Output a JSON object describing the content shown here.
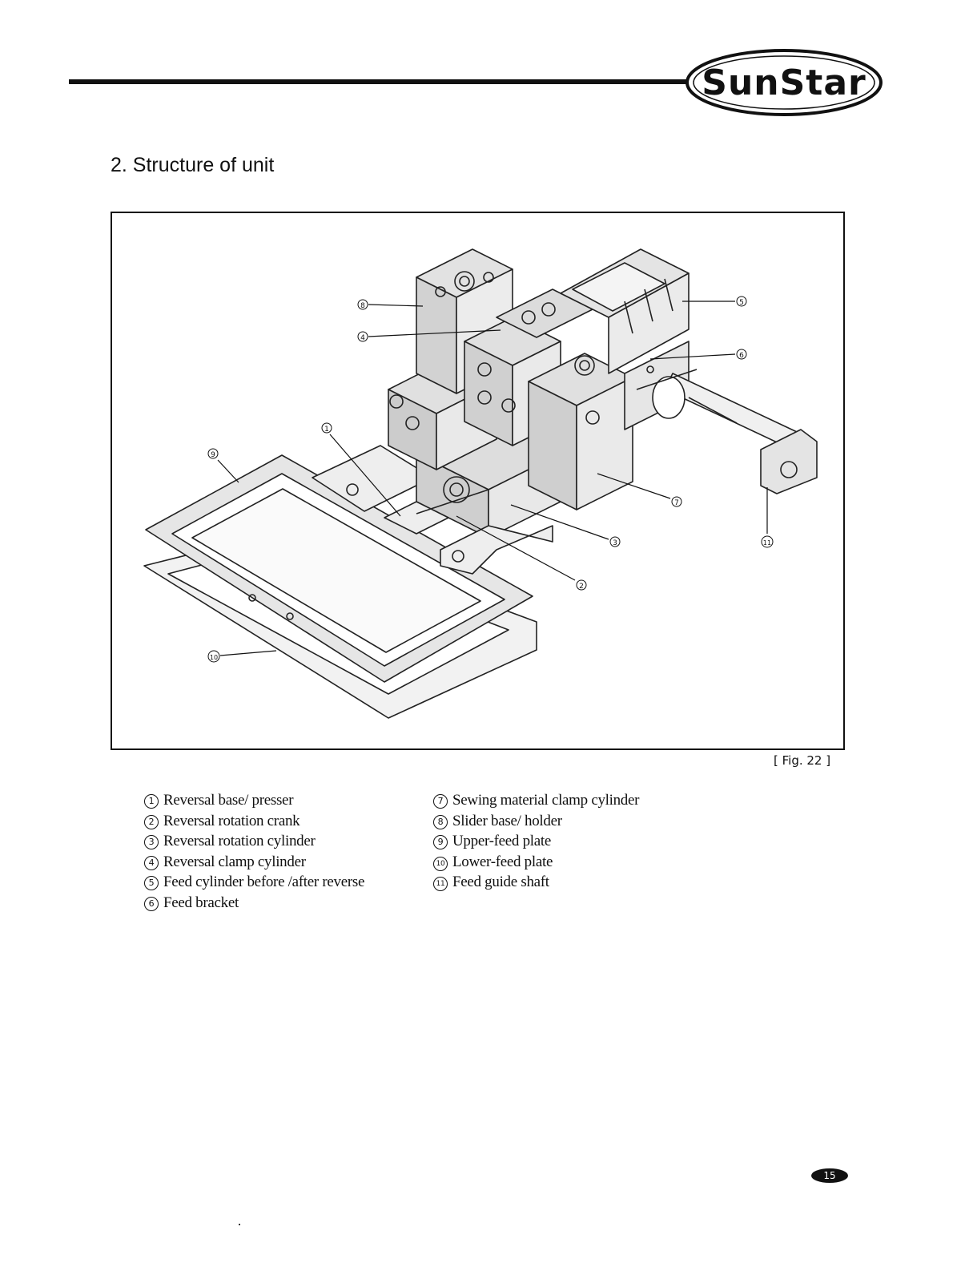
{
  "header": {
    "brand": "SunStar"
  },
  "section_title": "2. Structure of unit",
  "figure": {
    "caption": "[ Fig. 22 ]",
    "callouts": [
      "1",
      "2",
      "3",
      "4",
      "5",
      "6",
      "7",
      "8",
      "9",
      "10",
      "11"
    ]
  },
  "legend": {
    "left": [
      {
        "num": "1",
        "label": "Reversal base/ presser"
      },
      {
        "num": "2",
        "label": "Reversal rotation crank"
      },
      {
        "num": "3",
        "label": "Reversal rotation cylinder"
      },
      {
        "num": "4",
        "label": "Reversal clamp cylinder"
      },
      {
        "num": "5",
        "label": "Feed cylinder before /after reverse"
      },
      {
        "num": "6",
        "label": "Feed bracket"
      }
    ],
    "right": [
      {
        "num": "7",
        "label": "Sewing material clamp cylinder"
      },
      {
        "num": "8",
        "label": "Slider base/ holder"
      },
      {
        "num": "9",
        "label": "Upper-feed plate"
      },
      {
        "num": "10",
        "label": "Lower-feed plate"
      },
      {
        "num": "11",
        "label": "Feed guide shaft"
      }
    ]
  },
  "page_number": "15"
}
